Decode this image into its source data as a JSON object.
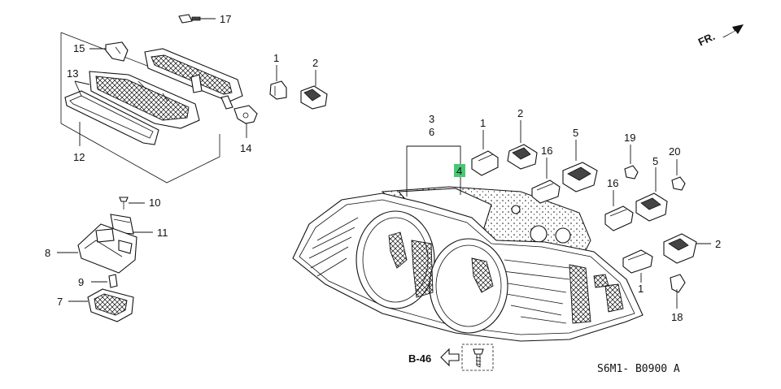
{
  "callouts": {
    "p1a": "1",
    "p2a": "2",
    "p1b": "1",
    "p2b": "2",
    "p1c": "1",
    "p2c": "2",
    "p3": "3",
    "p4": "4",
    "p5a": "5",
    "p5b": "5",
    "p6": "6",
    "p7": "7",
    "p8": "8",
    "p9": "9",
    "p10": "10",
    "p11": "11",
    "p12": "12",
    "p13": "13",
    "p14": "14",
    "p15": "15",
    "p16a": "16",
    "p16b": "16",
    "p17": "17",
    "p18": "18",
    "p19": "19",
    "p20": "20"
  },
  "highlight_color": "#48c774",
  "direction_label": "FR.",
  "reference": "B-46",
  "diagram_code": "S6M1- B0900 A",
  "icons": [
    "direction-arrow-icon",
    "reference-arrow-icon",
    "screw-icon"
  ]
}
